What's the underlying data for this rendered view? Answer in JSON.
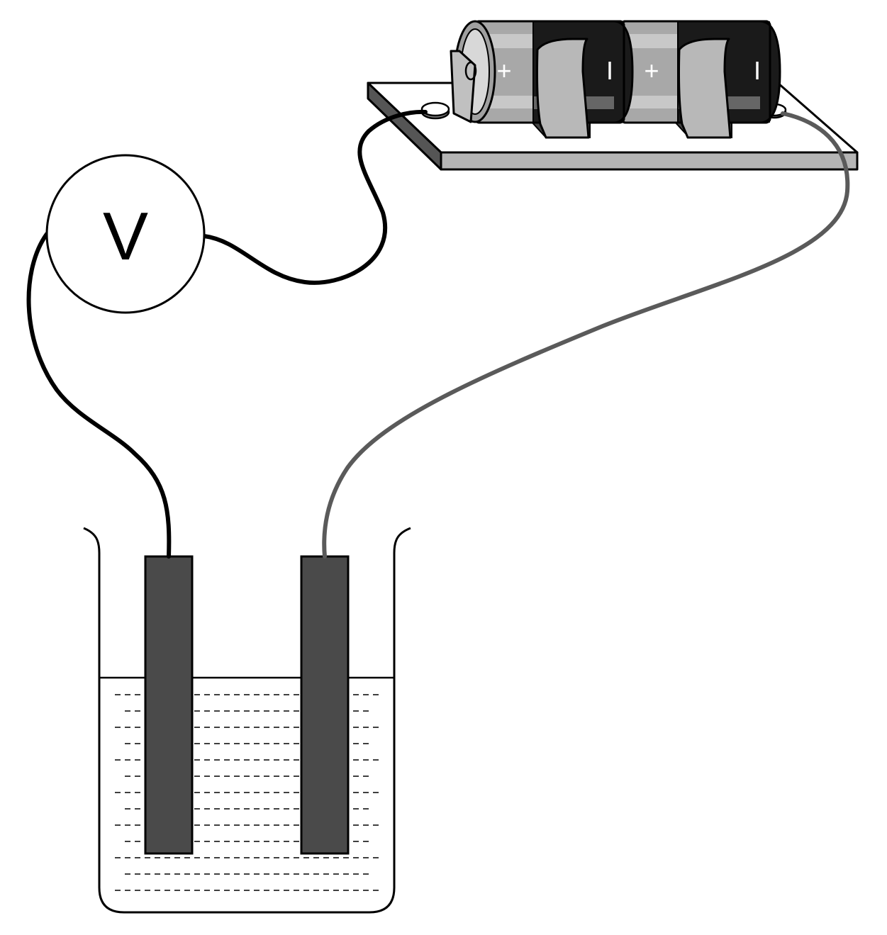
{
  "voltmeter": {
    "symbol": "V"
  },
  "battery": {
    "cells": [
      {
        "positive_symbol": "+",
        "negative_symbol": "I"
      },
      {
        "positive_symbol": "+",
        "negative_symbol": "I"
      }
    ]
  },
  "colors": {
    "line": "#000000",
    "electrode": "#4a4a4a",
    "wire_black": "#000000",
    "wire_gray": "#5a5a5a",
    "battery_light": "#a8a8a8",
    "battery_dark": "#1a1a1a",
    "board_top": "#ffffff",
    "board_side": "#b5b5b5",
    "board_edge": "#555555",
    "clip": "#b8b8b8"
  }
}
